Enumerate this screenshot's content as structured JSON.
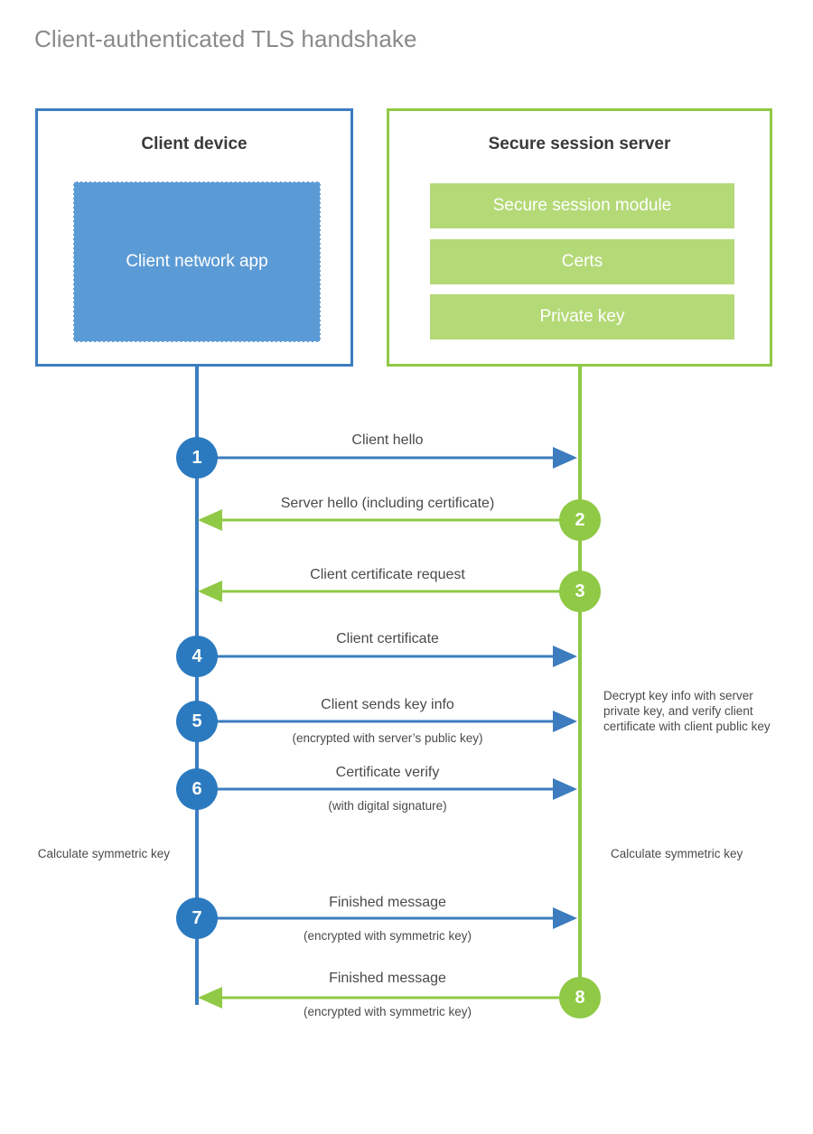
{
  "title": "Client-authenticated TLS handshake",
  "colors": {
    "client_accent": "#3c7cbf",
    "client_circle": "#2b7ac0",
    "client_app_fill": "#5b9bd5",
    "server_accent": "#8fc945",
    "server_bar_fill": "#b4d977",
    "title_text": "#8a8a8a",
    "body_text": "#4a4a4a"
  },
  "client": {
    "title": "Client device",
    "app_label": "Client network app"
  },
  "server": {
    "title": "Secure session server",
    "components": [
      {
        "label": "Secure session module"
      },
      {
        "label": "Certs"
      },
      {
        "label": "Private key"
      }
    ]
  },
  "steps": [
    {
      "number": "1",
      "label": "Client hello",
      "sub": "",
      "direction": "client-to-server",
      "side": "client"
    },
    {
      "number": "2",
      "label": "Server hello (including certificate)",
      "sub": "",
      "direction": "server-to-client",
      "side": "server"
    },
    {
      "number": "3",
      "label": "Client certificate request",
      "sub": "",
      "direction": "server-to-client",
      "side": "server"
    },
    {
      "number": "4",
      "label": "Client certificate",
      "sub": "",
      "direction": "client-to-server",
      "side": "client"
    },
    {
      "number": "5",
      "label": "Client sends key info",
      "sub": "(encrypted with server’s public key)",
      "direction": "client-to-server",
      "side": "client"
    },
    {
      "number": "6",
      "label": "Certificate verify",
      "sub": "(with digital signature)",
      "direction": "client-to-server",
      "side": "client"
    },
    {
      "number": "7",
      "label": "Finished message",
      "sub": "(encrypted with symmetric key)",
      "direction": "client-to-server",
      "side": "client"
    },
    {
      "number": "8",
      "label": "Finished message",
      "sub": "(encrypted with symmetric key)",
      "direction": "server-to-client",
      "side": "server"
    }
  ],
  "notes": {
    "decrypt": "Decrypt key info with server private key, and verify client certificate with client public key",
    "calc_client": "Calculate symmetric key",
    "calc_server": "Calculate symmetric key"
  }
}
